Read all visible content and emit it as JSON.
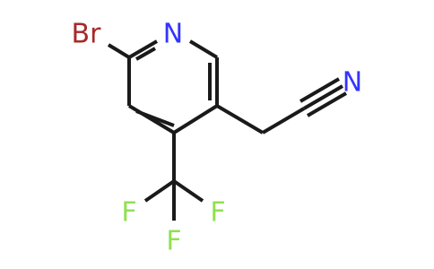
{
  "structure": {
    "atoms": {
      "nitrogen_ring": {
        "symbol": "N",
        "color": "#3333ff"
      },
      "bromine": {
        "symbol": "Br",
        "color": "#a52a2a"
      },
      "nitrile_nitrogen": {
        "symbol": "N",
        "color": "#3333ff"
      },
      "fluorine_left": {
        "symbol": "F",
        "color": "#90e050"
      },
      "fluorine_right": {
        "symbol": "F",
        "color": "#90e050"
      },
      "fluorine_bottom": {
        "symbol": "F",
        "color": "#90e050"
      }
    },
    "bond_color": "#1a1a1a"
  }
}
